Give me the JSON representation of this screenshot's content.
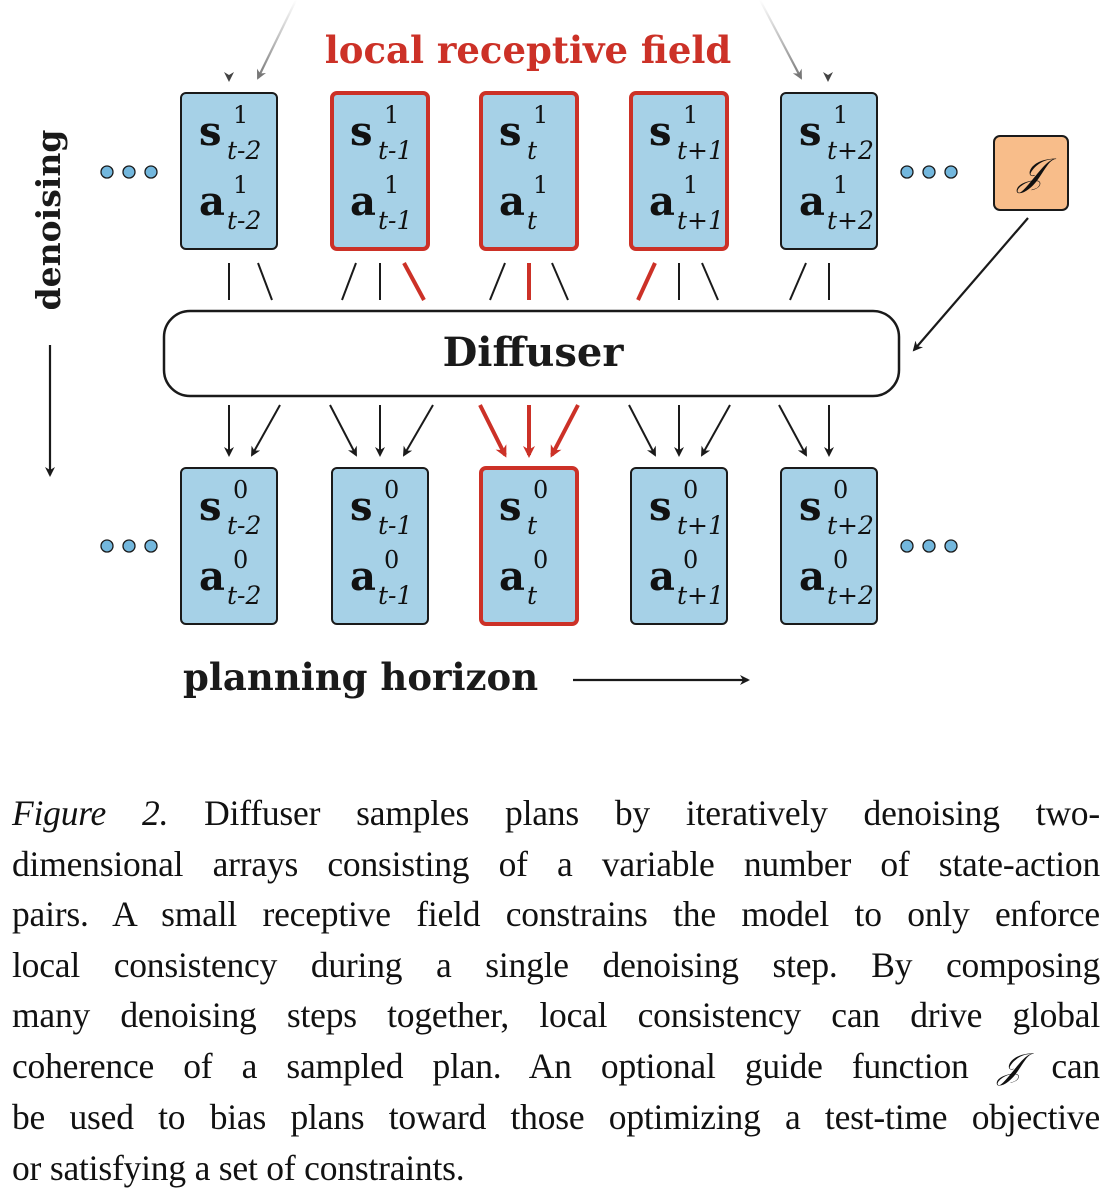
{
  "figure": {
    "receptive_field_label": "local receptive field",
    "diffuser_label": "Diffuser",
    "denoising_label": "denoising",
    "planning_horizon_label": "planning horizon",
    "guide_symbol": "𝒥",
    "ellipsis": "•••",
    "colors": {
      "cell_fill": "#a6d1e7",
      "highlight": "#cc3127",
      "guide_fill": "#f8bd8a",
      "dots": "#73b7dd",
      "stroke": "#1a1a1a"
    },
    "top_row": {
      "superscript": "1",
      "cells": [
        {
          "state": "s",
          "action": "a",
          "sub": "t-2",
          "highlighted": false
        },
        {
          "state": "s",
          "action": "a",
          "sub": "t-1",
          "highlighted": true
        },
        {
          "state": "s",
          "action": "a",
          "sub": "t",
          "highlighted": true
        },
        {
          "state": "s",
          "action": "a",
          "sub": "t+1",
          "highlighted": true
        },
        {
          "state": "s",
          "action": "a",
          "sub": "t+2",
          "highlighted": false
        }
      ]
    },
    "bottom_row": {
      "superscript": "0",
      "cells": [
        {
          "state": "s",
          "action": "a",
          "sub": "t-2",
          "highlighted": false
        },
        {
          "state": "s",
          "action": "a",
          "sub": "t-1",
          "highlighted": false
        },
        {
          "state": "s",
          "action": "a",
          "sub": "t",
          "highlighted": true
        },
        {
          "state": "s",
          "action": "a",
          "sub": "t+1",
          "highlighted": false
        },
        {
          "state": "s",
          "action": "a",
          "sub": "t+2",
          "highlighted": false
        }
      ]
    }
  },
  "caption": {
    "label": "Figure 2.",
    "lines": [
      "Diffuser samples plans by iteratively denoising two-",
      "dimensional arrays consisting of a variable number of state-action",
      "pairs. A small receptive field constrains the model to only enforce",
      "local consistency during a single denoising step. By composing",
      "many denoising steps together, local consistency can drive global",
      "coherence of a sampled plan. An optional guide function",
      "can",
      "be used to bias plans toward those optimizing a test-time objective",
      "or satisfying a set of constraints."
    ],
    "guide_symbol": "𝒥"
  }
}
